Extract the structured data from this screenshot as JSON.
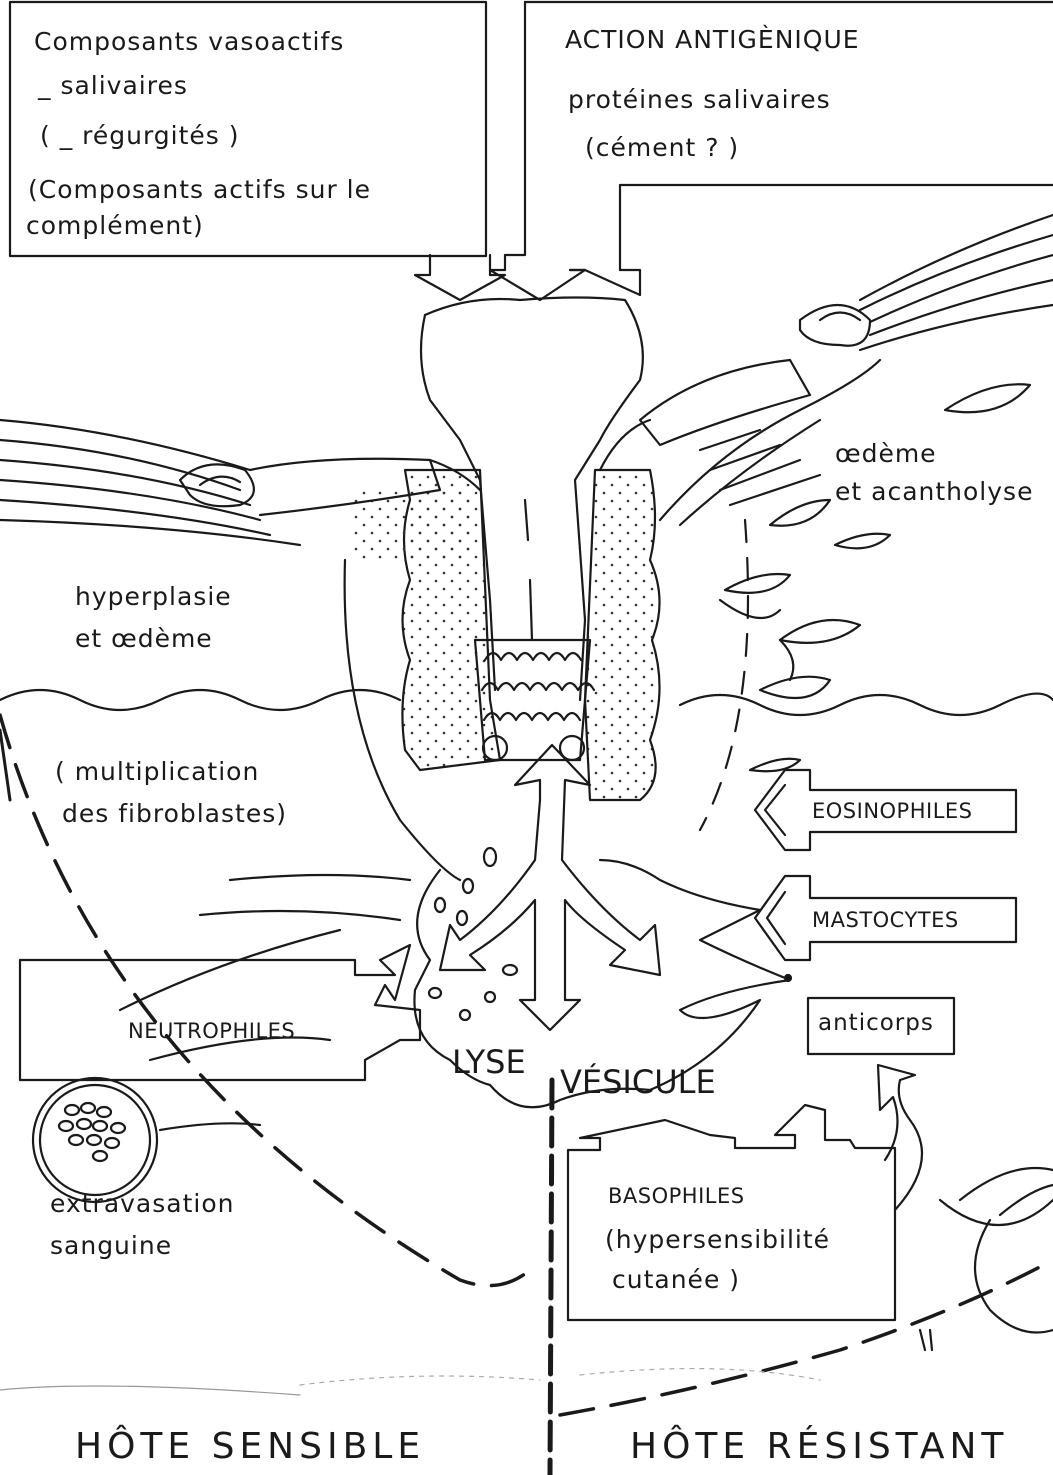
{
  "boxes": {
    "vasoactive": {
      "line1": "Composants   vasoactifs",
      "line2": "_  salivaires",
      "line3": "( _ régurgités )",
      "line4": "(Composants  actifs  sur  le",
      "line5": "complément)"
    },
    "antigenic": {
      "title": "ACTION   ANTIGÈNIQUE",
      "line2": "protéines   salivaires",
      "line3": "(cément ? )"
    }
  },
  "labels": {
    "oedeme": "œdème",
    "acantholyse": "et  acantholyse",
    "hyperplasie": "hyperplasie",
    "et_oedeme": "et  œdème",
    "multiplication": "( multiplication",
    "fibroblastes": "des  fibroblastes)",
    "extravasation": "extravasation",
    "sanguine": "sanguine",
    "lyse": "LYSE",
    "vesicule": "VÉSICULE",
    "anticorps": "anticorps"
  },
  "cells": {
    "eosinophiles": "EOSINOPHILES",
    "mastocytes": "MASTOCYTES",
    "neutrophiles": "NEUTROPHILES",
    "basophiles": "BASOPHILES",
    "hypersensibilite": "(hypersensibilité",
    "cutanee": "cutanée  )"
  },
  "footer": {
    "left": "HÔTE   SENSIBLE",
    "right": "HÔTE   RÉSISTANT"
  }
}
